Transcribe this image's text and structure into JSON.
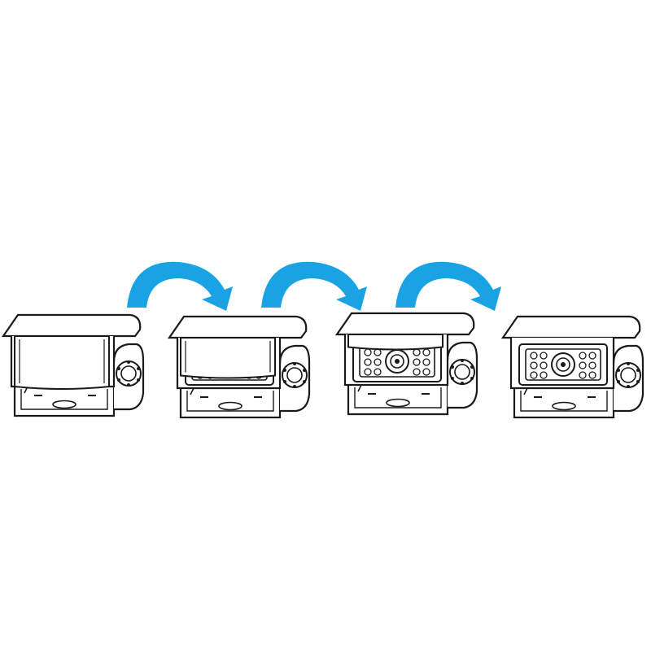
{
  "colors": {
    "arrow": "#1aa3e3",
    "line": "#1a1a1a",
    "body": "#ffffff"
  },
  "steps": [
    {
      "state": "shutter-closed",
      "lens_reveal": 0
    },
    {
      "state": "shutter-partially-open",
      "lens_reveal": 0.25
    },
    {
      "state": "shutter-mostly-open",
      "lens_reveal": 0.75
    },
    {
      "state": "shutter-fully-open",
      "lens_reveal": 1
    }
  ],
  "arrows": [
    {
      "icon": "curved-arrow-right"
    },
    {
      "icon": "curved-arrow-right"
    },
    {
      "icon": "curved-arrow-right"
    }
  ]
}
